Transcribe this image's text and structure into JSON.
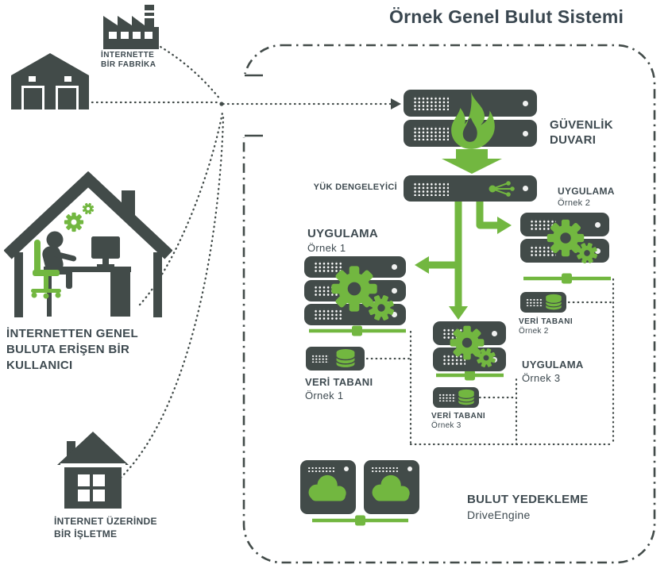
{
  "title": "Örnek Genel Bulut Sistemi",
  "external": {
    "factory": {
      "line1": "İNTERNETTE",
      "line2": "BİR FABRİKA"
    },
    "user": {
      "line1": "İNTERNETTEN GENEL",
      "line2": "BULUTA ERİŞEN BİR",
      "line3": "KULLANICI"
    },
    "business": {
      "line1": "İNTERNET ÜZERİNDE",
      "line2": "BİR İŞLETME"
    }
  },
  "cloud": {
    "firewall": {
      "line1": "GÜVENLİK",
      "line2": "DUVARI"
    },
    "load_balancer": {
      "label": "YÜK DENGELEYİCİ"
    },
    "app1": {
      "label": "UYGULAMA",
      "sub": "Örnek 1"
    },
    "app2": {
      "label": "UYGULAMA",
      "sub": "Örnek 2"
    },
    "app3": {
      "label": "UYGULAMA",
      "sub": "Örnek 3"
    },
    "db1": {
      "label": "VERİ TABANI",
      "sub": "Örnek 1"
    },
    "db2": {
      "label": "VERİ TABANI",
      "sub": "Örnek 2"
    },
    "db3": {
      "label": "VERİ TABANI",
      "sub": "Örnek 3"
    },
    "backup": {
      "label": "BULUT YEDEKLEME",
      "sub": "DriveEngine"
    }
  },
  "icons": {
    "firewall": "flame-icon",
    "load_balancer": "network-share-icon",
    "application": "gears-icon",
    "database": "database-cylinder-icon",
    "backup": "cloud-icon",
    "sources": [
      "warehouse-icon",
      "factory-icon",
      "house-user-icon",
      "shop-house-icon"
    ]
  },
  "colors": {
    "dark": "#424B49",
    "green": "#72B740",
    "text": "#3E4A50"
  }
}
